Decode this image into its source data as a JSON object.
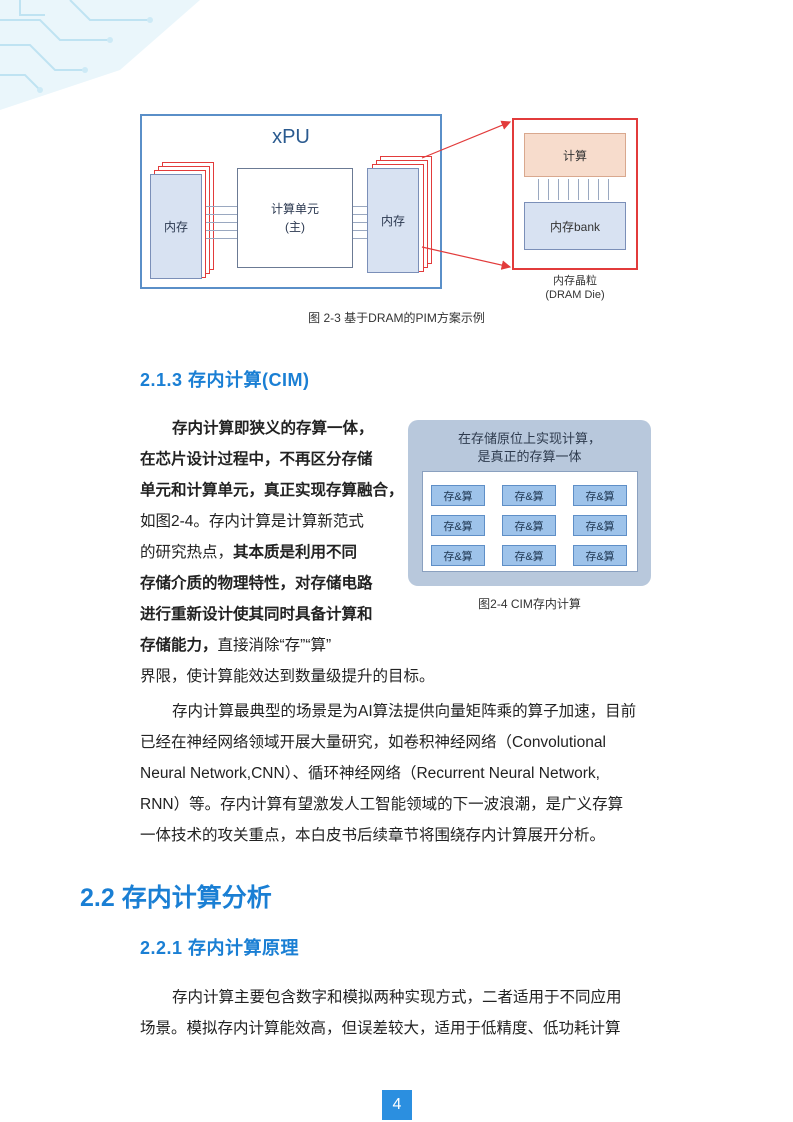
{
  "figure_2_3": {
    "xpu_title": "xPU",
    "memory_label_left": "内存",
    "compute_unit_line1": "计算单元",
    "compute_unit_line2": "(主)",
    "memory_label_right": "内存",
    "die_compute_label": "计算",
    "die_bank_label": "内存bank",
    "die_caption_line1": "内存晶粒",
    "die_caption_line2": "(DRAM Die)",
    "caption": "图 2-3 基于DRAM的PIM方案示例"
  },
  "section_2_1_3": {
    "heading": "2.1.3 存内计算(CIM)",
    "para1": {
      "l1_bold": "存内计算即狭义的存算一体，",
      "l2_bold": "在芯片设计过程中，不再区分存储",
      "l3_bold": "单元和计算单元，真正实现存算融合，",
      "l4": "如图2-4。存内计算是计算新范式",
      "l5_a": "的研究热点，",
      "l5_b": "其本质是利用不同",
      "l6_bold": "存储介质的物理特性，对存储电路",
      "l7_bold": "进行重新设计使其同时具备计算和",
      "l8_bold": "存储能力，",
      "l8_tail": "直接消除“存”“算”",
      "l9": "界限，使计算能效达到数量级提升的目标。"
    },
    "para2": {
      "l1": "存内计算最典型的场景是为AI算法提供向量矩阵乘的算子加速，目前",
      "l2": "已经在神经网络领域开展大量研究，如卷积神经网络（Convolutional",
      "l3": "Neural Network,CNN）、循环神经网络（Recurrent Neural Network,",
      "l4": "RNN）等。存内计算有望激发人工智能领域的下一波浪潮，是广义存算",
      "l5": "一体技术的攻关重点，本白皮书后续章节将围绕存内计算展开分析。"
    }
  },
  "figure_2_4": {
    "title_line1": "在存储原位上实现计算，",
    "title_line2": "是真正的存算一体",
    "cells": [
      "存&算",
      "存&算",
      "存&算",
      "存&算",
      "存&算",
      "存&算",
      "存&算",
      "存&算",
      "存&算"
    ],
    "caption": "图2-4 CIM存内计算"
  },
  "section_2_2": {
    "heading": "2.2 存内计算分析"
  },
  "section_2_2_1": {
    "heading": "2.2.1 存内计算原理",
    "para": {
      "l1": "存内计算主要包含数字和模拟两种实现方式，二者适用于不同应用",
      "l2": "场景。模拟存内计算能效高，但误差较大，适用于低精度、低功耗计算"
    }
  },
  "page": {
    "number": "4",
    "accent_color": "#1a7fd4"
  }
}
